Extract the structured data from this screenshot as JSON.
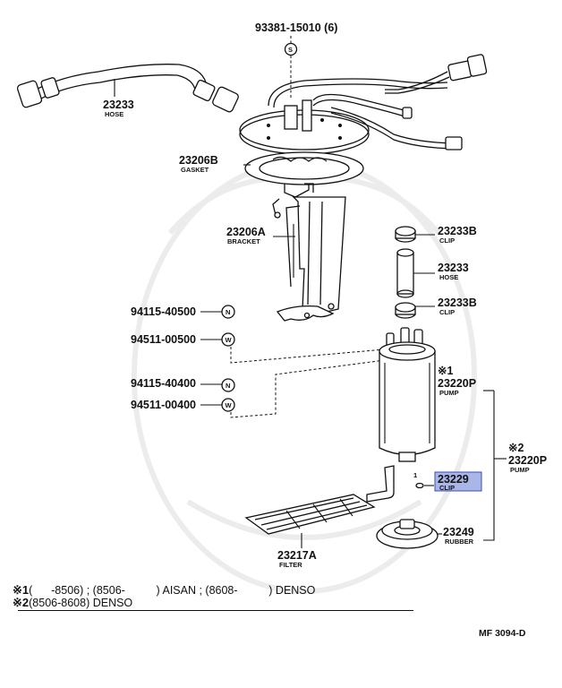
{
  "parts": {
    "screw": {
      "number": "93381-15010 (6)",
      "mark": "S"
    },
    "hose_main": {
      "number": "23233",
      "name": "HOSE"
    },
    "gasket": {
      "number": "23206B",
      "name": "GASKET"
    },
    "bracket": {
      "number": "23206A",
      "name": "BRACKET"
    },
    "clip_top": {
      "number": "23233B",
      "name": "CLIP"
    },
    "hose_small": {
      "number": "23233",
      "name": "HOSE"
    },
    "clip_bottom": {
      "number": "23233B",
      "name": "CLIP"
    },
    "nut_1": {
      "number": "94115-40500",
      "mark": "N"
    },
    "washer_1": {
      "number": "94511-00500",
      "mark": "W"
    },
    "nut_2": {
      "number": "94115-40400",
      "mark": "N"
    },
    "washer_2": {
      "number": "94511-00400",
      "mark": "W"
    },
    "pump_1": {
      "number": "23220P",
      "name": "PUMP",
      "note": "※1"
    },
    "pump_2": {
      "number": "23220P",
      "name": "PUMP",
      "note": "※2"
    },
    "clip_filter": {
      "number": "23229",
      "name": "CLIP",
      "qty": "1",
      "highlighted": true
    },
    "rubber": {
      "number": "23249",
      "name": "RUBBER"
    },
    "filter": {
      "number": "23217A",
      "name": "FILTER"
    }
  },
  "footnotes": {
    "line1_mark": "※1",
    "line1_text": "(      -8506) ; (8506-          ) AISAN ; (8608-          ) DENSO",
    "line2_mark": "※2",
    "line2_text": "(8506-8608) DENSO"
  },
  "diagram_code": "MF 3094-D",
  "colors": {
    "highlight": "#aab5e8",
    "highlight_border": "#3b4fb0",
    "ink": "#111111"
  }
}
